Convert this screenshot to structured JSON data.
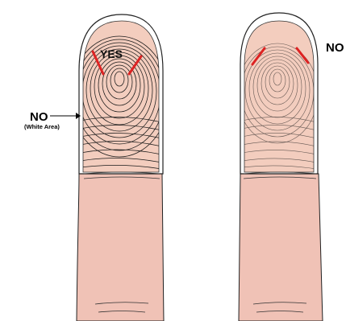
{
  "labels": {
    "yes": "YES",
    "no_left": "NO",
    "white_area": "(White Area)",
    "no_right": "NO"
  },
  "colors": {
    "skin": "#f0c2b6",
    "print_area": "#f3cdbe",
    "ridge": "#1a1a1a",
    "marker": "#dd2222",
    "outline": "#222222"
  },
  "icons": {
    "pointer": "arrow-right-icon"
  }
}
